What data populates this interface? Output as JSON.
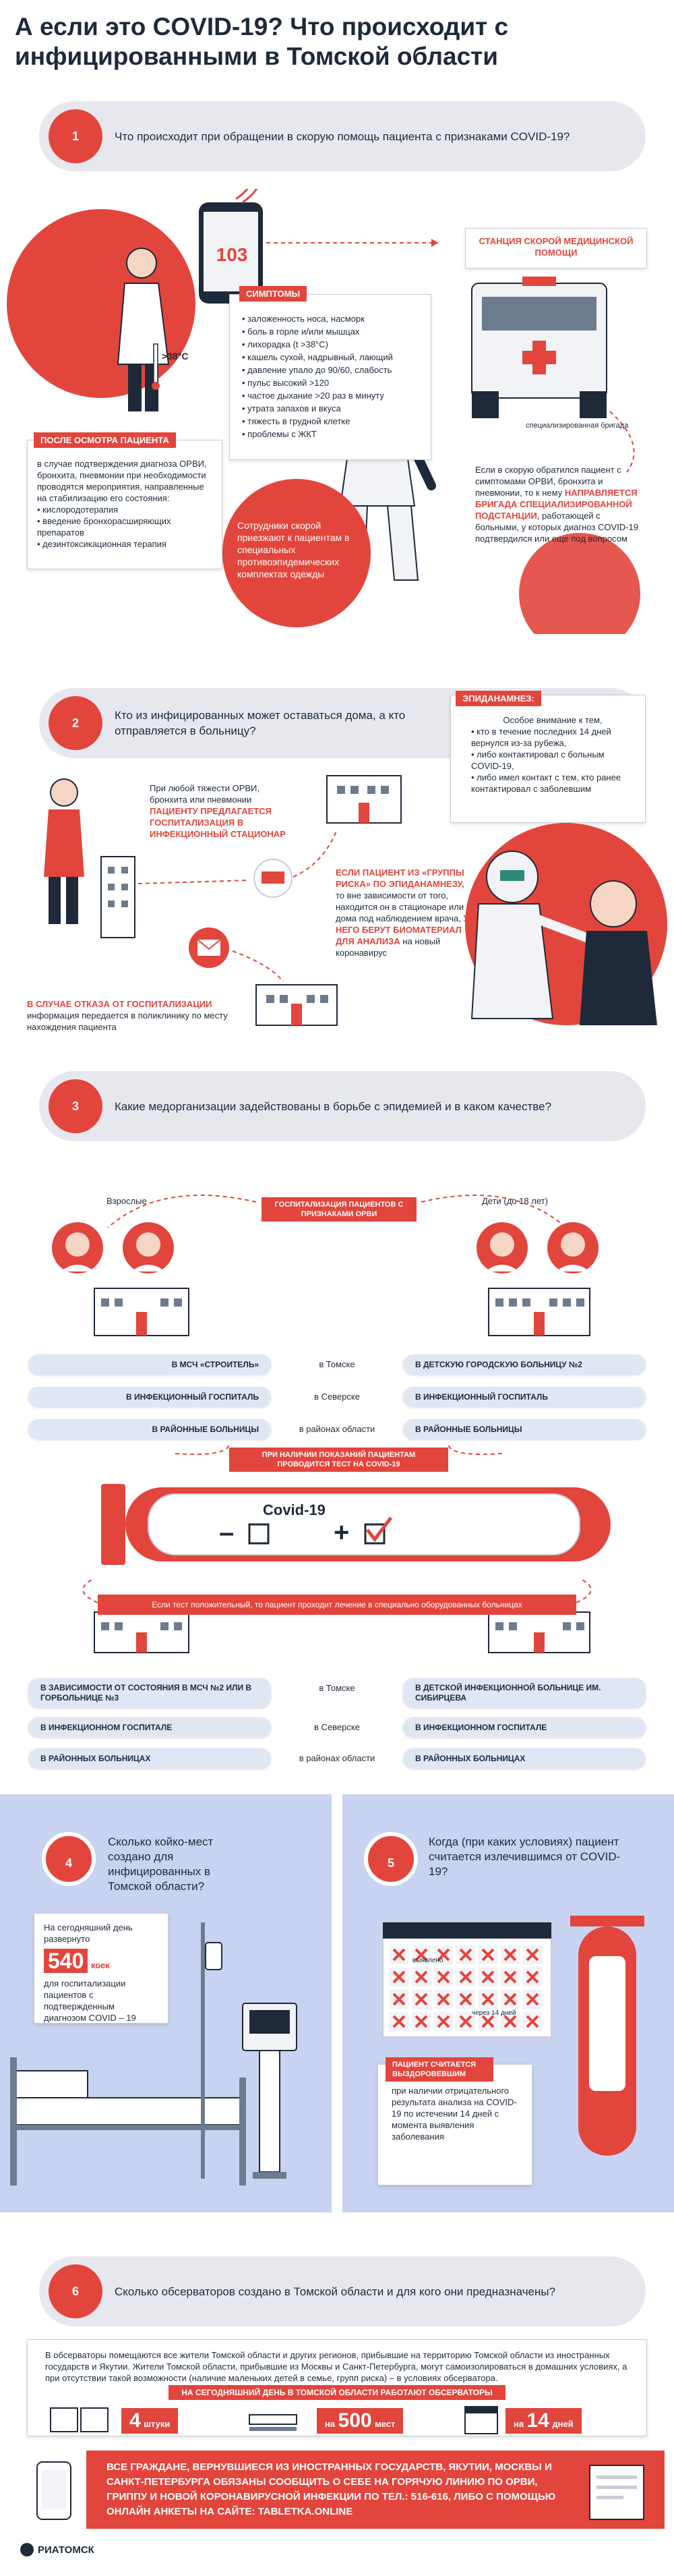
{
  "title": "А если это COVID-19? Что происходит с инфицированными в Томской области",
  "colors": {
    "accent": "#e2453c",
    "navy": "#1e2a3a",
    "light_bg": "#e7e8ee",
    "blue_bg": "#c7d3f0",
    "pill_bg": "#dfe6f4"
  },
  "s1": {
    "num": "1",
    "question": "Что происходит при обращении в скорую помощь пациента с признаками COVID-19?",
    "phone_number": "103",
    "temperature": ">38°C",
    "ambulance_station": "СТАНЦИЯ СКОРОЙ МЕДИЦИНСКОЙ ПОМОЩИ",
    "brigade_label": "специализированная бригада",
    "symptoms_title": "СИМПТОМЫ",
    "symptoms": [
      "заложенность носа, насморк",
      "боль в горле и/или мышцах",
      "лихорадка (t >38°C)",
      "кашель сухой, надрывный, лающий",
      "давление упало до 90/60, слабость",
      "пульс высокий >120",
      "частое дыхание >20 раз в минуту",
      "утрата запахов и вкуса",
      "тяжесть в грудной клетке",
      "проблемы с ЖКТ"
    ],
    "after_exam_title": "ПОСЛЕ ОСМОТРА ПАЦИЕНТА",
    "after_exam_text": "в случае подтверждения диагноза ОРВИ, бронхита, пневмонии при необходимости проводятся мероприятия, направленные на стабилизацию его состояния:",
    "after_exam_items": [
      "кислородотерапия",
      "введение бронхорасширяющих препаратов",
      "дезинтоксикационная терапия"
    ],
    "staff_text": "Сотрудники скорой приезжают к пациентам в специальных противоэпидемических комплектах одежды",
    "if_text_1": "Если в скорую обратился пациент с симптомами ОРВИ, бронхита и пневмонии, то к нему",
    "if_text_red": "НАПРАВЛЯЕТСЯ БРИГАДА СПЕЦИАЛИЗИРОВАННОЙ ПОДСТАНЦИИ,",
    "if_text_2": "работающей с больными, у которых диагноз COVID-19 подтвердился или еще под вопросом"
  },
  "s2": {
    "num": "2",
    "question": "Кто из инфицированных может оставаться дома, а кто отправляется в больницу?",
    "epid_title": "ЭПИДАНАМНЕЗ:",
    "epid_intro": "Особое внимание к тем,",
    "epid_items": [
      "кто в течение последних 14 дней вернулся из-за рубежа,",
      "либо контактировал с больным COVID-19,",
      "либо имел контакт с тем, кто ранее контактировал с заболевшим"
    ],
    "severe_text": "При любой тяжести ОРВИ, бронхита или пневмонии",
    "severe_red": "ПАЦИЕНТУ ПРЕДЛАГАЕТСЯ ГОСПИТАЛИЗАЦИЯ В ИНФЕКЦИОННЫЙ СТАЦИОНАР",
    "risk_red": "ЕСЛИ ПАЦИЕНТ ИЗ «ГРУППЫ РИСКА» ПО ЭПИДАНАМНЕЗУ,",
    "risk_text": "то вне зависимости от того, находится он в стационаре или дома под наблюдением врача,",
    "risk_red_2": "У НЕГО БЕРУТ БИОМАТЕРИАЛ ДЛЯ АНАЛИЗА",
    "risk_text_2": "на новый коронавирус",
    "refusal_red": "В СЛУЧАЕ ОТКАЗА ОТ ГОСПИТАЛИЗАЦИИ",
    "refusal_text": "информация передается в поликлинику по месту нахождения пациента"
  },
  "s3": {
    "num": "3",
    "question": "Какие медорганизации задействованы в борьбе с эпидемией и в каком качестве?",
    "hosp_tag": "ГОСПИТАЛИЗАЦИЯ ПАЦИЕНТОВ С ПРИЗНАКАМИ ОРВИ",
    "adults": "Взрослые",
    "kids": "Дети (до 18 лет)",
    "rows1": [
      {
        "left": "В МСЧ «СТРОИТЕЛЬ»",
        "mid": "в Томске",
        "right": "В ДЕТСКУЮ ГОРОДСКУЮ БОЛЬНИЦУ №2"
      },
      {
        "left": "В ИНФЕКЦИОННЫЙ ГОСПИТАЛЬ",
        "mid": "в Северске",
        "right": "В ИНФЕКЦИОННЫЙ ГОСПИТАЛЬ"
      },
      {
        "left": "В РАЙОННЫЕ БОЛЬНИЦЫ",
        "mid": "в районах области",
        "right": "В РАЙОННЫЕ БОЛЬНИЦЫ"
      }
    ],
    "test_tag": "ПРИ НАЛИЧИИ ПОКАЗАНИЙ ПАЦИЕНТАМ ПРОВОДИТСЯ ТЕСТ НА COVID-19",
    "covid_label": "Covid-19",
    "minus": "–",
    "plus": "+",
    "positive_bar": "Если тест положительный, то пациент проходит лечение в специально оборудованных больницах",
    "rows2": [
      {
        "left": "В ЗАВИСИМОСТИ ОТ СОСТОЯНИЯ В МСЧ №2 или В ГОРБОЛЬНИЦЕ №3",
        "mid": "в Томске",
        "right": "В ДЕТСКОЙ ИНФЕКЦИОННОЙ БОЛЬНИЦЕ ИМ. СИБИРЦЕВА"
      },
      {
        "left": "В ИНФЕКЦИОННОМ ГОСПИТАЛЕ",
        "mid": "в Северске",
        "right": "В ИНФЕКЦИОННОМ ГОСПИТАЛЕ"
      },
      {
        "left": "В РАЙОННЫХ БОЛЬНИЦАХ",
        "mid": "в районах области",
        "right": "В РАЙОННЫХ БОЛЬНИЦАХ"
      }
    ]
  },
  "s4": {
    "num": "4",
    "question": "Сколько койко-мест создано для инфицированных в Томской области?",
    "intro": "На сегодняшний день развернуто",
    "value": "540",
    "unit": "коек",
    "desc": "для госпитализации пациентов с подтвержденным диагнозом COVID – 19"
  },
  "s5": {
    "num": "5",
    "question": "Когда (при каких условиях) пациент считается излечившимся от COVID-19?",
    "cal_start": "выявлено",
    "cal_end": "через 14 дней",
    "recovered_title": "ПАЦИЕНТ СЧИТАЕТСЯ ВЫЗДОРОВЕВШИМ",
    "recovered_text": "при наличии отрицательного результата анализа на COVID-19 по истечении 14 дней с момента выявления заболевания"
  },
  "s6": {
    "num": "6",
    "question": "Сколько обсерваторов создано в Томской области и для кого они предназначены?",
    "text": "В обсерваторы помещаются все жители Томской области и других регионов, прибывшие на территорию Томской области из иностранных государств и Якутии. Жители Томской области, прибывшие из Москвы и Санкт-Петербурга, могут самоизолироваться в домашних условиях, а при отсутствии такой возможности (наличие маленьких детей в семье, групп риска) – в условиях обсерватора.",
    "today_tag": "НА СЕГОДНЯШНИЙ ДЕНЬ В ТОМСКОЙ ОБЛАСТИ РАБОТАЮТ ОБСЕРВАТОРЫ",
    "stat1_value": "4",
    "stat1_unit": "штуки",
    "stat2_prefix": "на",
    "stat2_value": "500",
    "stat2_unit": "мест",
    "stat3_prefix": "на",
    "stat3_value": "14",
    "stat3_unit": "дней"
  },
  "footer": {
    "band_text": "ВСЕ ГРАЖДАНЕ, ВЕРНУВШИЕСЯ ИЗ ИНОСТРАННЫХ ГОСУДАРСТВ, ЯКУТИИ, МОСКВЫ И САНКТ-ПЕТЕРБУРГА ОБЯЗАНЫ СООБЩИТЬ О СЕБЕ НА ГОРЯЧУЮ ЛИНИЮ ПО ОРВИ, ГРИППУ И НОВОЙ КОРОНАВИРУСНОЙ ИНФЕКЦИИ ПО ТЕЛ.: 516-616, ЛИБО С ПОМОЩЬЮ ОНЛАЙН АНКЕТЫ НА САЙТЕ: TABLETKA.ONLINE",
    "logo": "РИАТОМСК"
  }
}
